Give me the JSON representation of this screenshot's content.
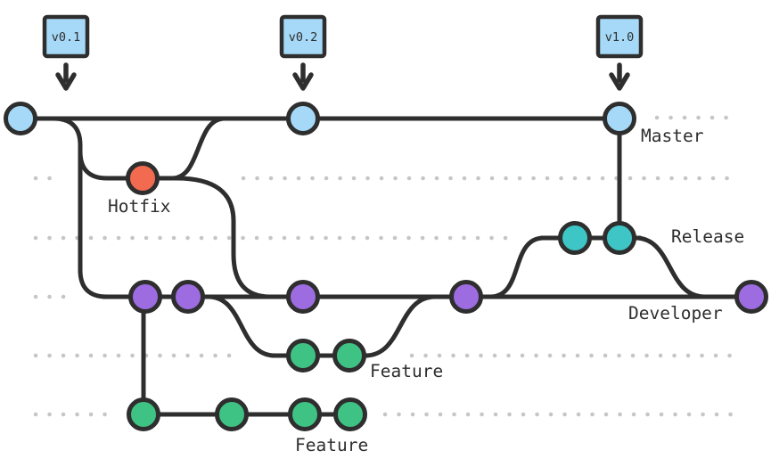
{
  "colors": {
    "line": "#2e2e2e",
    "dot": "#c6c6c6",
    "tag_fill": "#a5d9f7",
    "background": "#ffffff"
  },
  "tags": [
    {
      "label": "v0.1"
    },
    {
      "label": "v0.2"
    },
    {
      "label": "v1.0"
    }
  ],
  "branches": {
    "master": {
      "label": "Master",
      "color": "#a5d9f7",
      "commits": 3
    },
    "hotfix": {
      "label": "Hotfix",
      "color": "#f26a4f",
      "commits": 1
    },
    "release": {
      "label": "Release",
      "color": "#3ec6c6",
      "commits": 2
    },
    "developer": {
      "label": "Developer",
      "color": "#9c6ce0",
      "commits": 5
    },
    "feature_upper": {
      "label": "Feature",
      "color": "#3ec384",
      "commits": 2
    },
    "feature_lower": {
      "label": "Feature",
      "color": "#3ec384",
      "commits": 4
    }
  }
}
